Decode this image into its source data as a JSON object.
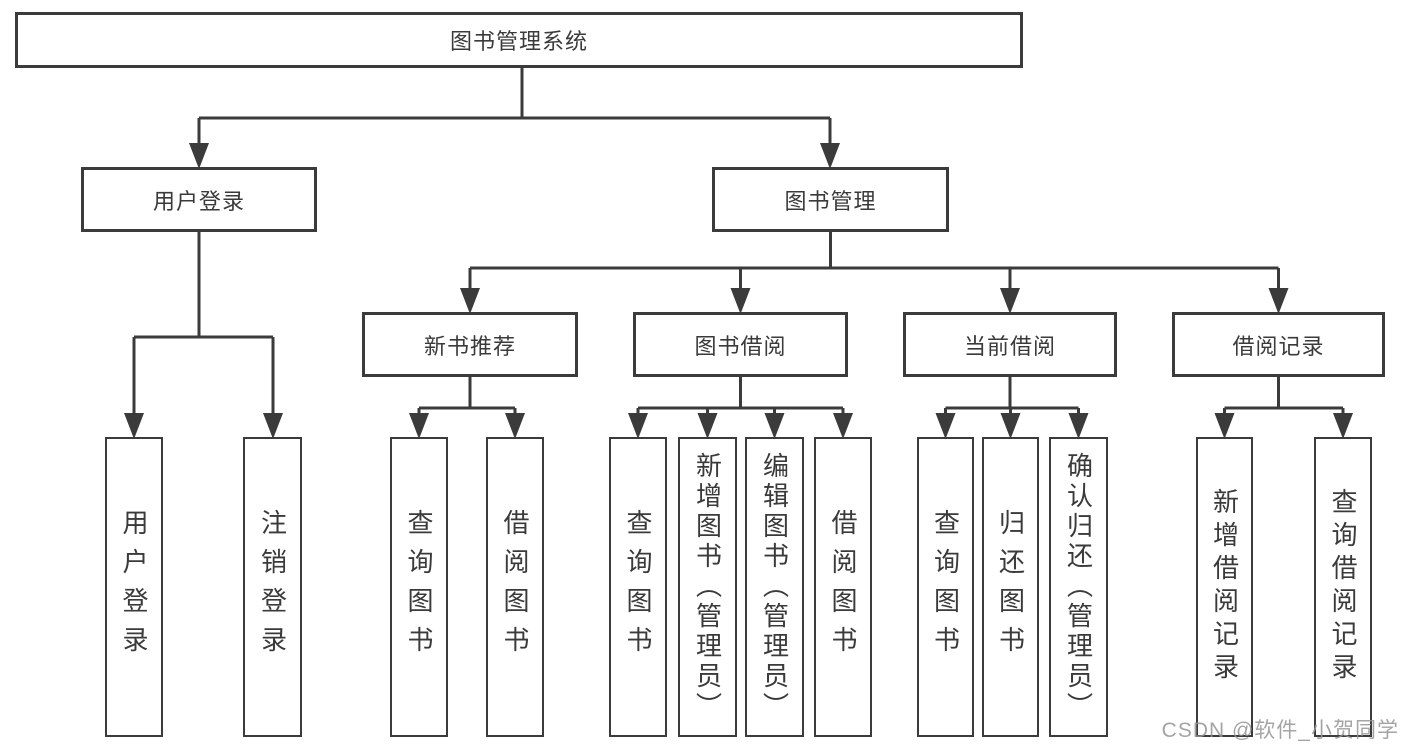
{
  "diagram": {
    "title": "图书管理系统",
    "root": {
      "label": "图书管理系统"
    },
    "branches": [
      {
        "label": "用户登录",
        "leaves": [
          {
            "label": "用户登录"
          },
          {
            "label": "注销登录"
          }
        ]
      },
      {
        "label": "图书管理",
        "groups": [
          {
            "label": "新书推荐",
            "leaves": [
              {
                "label": "查询图书"
              },
              {
                "label": "借阅图书"
              }
            ]
          },
          {
            "label": "图书借阅",
            "leaves": [
              {
                "label": "查询图书"
              },
              {
                "label": "新增图书（管理员）"
              },
              {
                "label": "编辑图书（管理员）"
              },
              {
                "label": "借阅图书"
              }
            ]
          },
          {
            "label": "当前借阅",
            "leaves": [
              {
                "label": "查询图书"
              },
              {
                "label": "归还图书"
              },
              {
                "label": "确认归还（管理员）"
              }
            ]
          },
          {
            "label": "借阅记录",
            "leaves": [
              {
                "label": "新增借阅记录"
              },
              {
                "label": "查询借阅记录"
              }
            ]
          }
        ]
      }
    ]
  },
  "watermark": {
    "text": "CSDN @软件_小贺同学"
  },
  "colors": {
    "line": "#3b3b3b",
    "text": "#3a3a3a",
    "box_fill": "#ffffff",
    "watermark": "#949494"
  }
}
